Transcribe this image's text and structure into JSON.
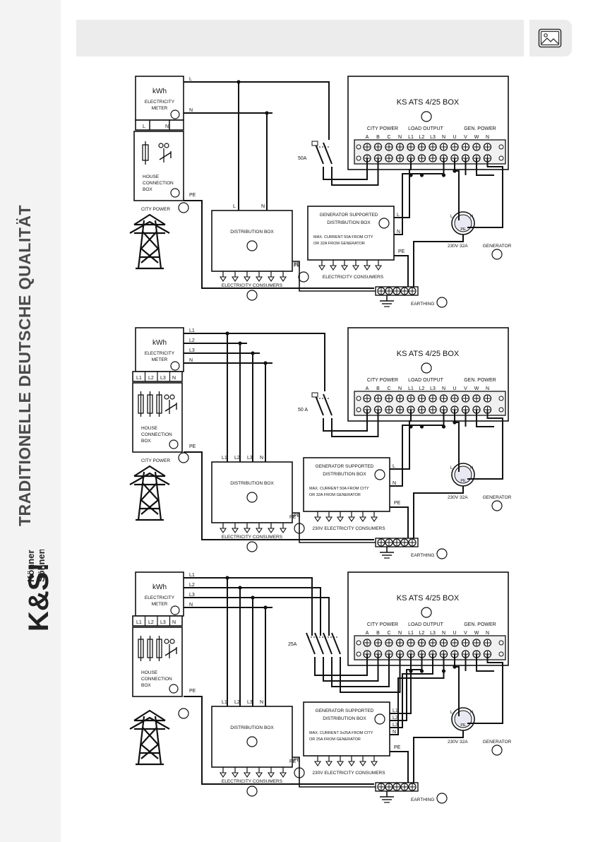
{
  "sidebar": {
    "vertical_text": "TRADITIONELLE DEUTSCHE QUALITÄT",
    "logo_text": "K&S! Könner & Söhnen"
  },
  "toolbar": {
    "image_icon": "image-icon"
  },
  "common": {
    "kwh": "kWh",
    "meter": [
      "ELECTRICITY",
      "METER"
    ],
    "house_box": [
      "HOUSE",
      "CONNECTION",
      "BOX"
    ],
    "ats_title": "KS ATS 4/25 BOX",
    "city_power_group": "CITY POWER",
    "load_output_group": "LOAD OUTPUT",
    "gen_power_group": "GEN. POWER",
    "terminals": [
      "A",
      "B",
      "C",
      "N",
      "L1",
      "L2",
      "L3",
      "N",
      "U",
      "V",
      "W",
      "N"
    ],
    "distribution_box": "DISTRIBUTION BOX",
    "gen_dist_box": [
      "GENERATOR SUPPORTED",
      "DISTRIBUTION BOX"
    ],
    "electricity_consumers": "ELECTRICITY CONSUMERS",
    "earthing": "EARTHING",
    "socket": "230V 32A",
    "generator": "GENERATOR",
    "city_power": "CITY POWER",
    "pe": "PE"
  },
  "diagrams": [
    {
      "meter_lines": [
        "L",
        "N"
      ],
      "meter_bottom": [
        "L",
        "N"
      ],
      "breaker": "50A",
      "dist_inputs": [
        "L",
        "N"
      ],
      "gen_inputs": [
        "L",
        "N"
      ],
      "gen_note": [
        "MAX. CURRENT 50A FROM CITY",
        "OR 32A FROM GENERATOR"
      ],
      "gen_consumers": "ELECTRICITY CONSUMERS"
    },
    {
      "meter_lines": [
        "L1",
        "L2",
        "L3",
        "N"
      ],
      "meter_bottom": [
        "L1",
        "L2",
        "L3",
        "N"
      ],
      "breaker": "50 A",
      "dist_inputs": [
        "L1",
        "L2",
        "L3",
        "N"
      ],
      "gen_inputs": [
        "L",
        "N"
      ],
      "gen_note": [
        "MAX. CURRENT 50A FROM CITY",
        "OR 32A FROM GENERATOR"
      ],
      "gen_consumers": "230V ELECTRICITY CONSUMERS"
    },
    {
      "meter_lines": [
        "L1",
        "L2",
        "L3",
        "N"
      ],
      "meter_bottom": [
        "L1",
        "L2",
        "L3",
        "N"
      ],
      "breaker": "25A",
      "dist_inputs": [
        "L1",
        "L2",
        "L3",
        "N"
      ],
      "gen_inputs": [
        "L1",
        "L2",
        "L3",
        "N"
      ],
      "gen_note": [
        "MAX. CURRENT 3x25A FROM CITY",
        "OR 25A FROM GENERATOR"
      ],
      "gen_consumers": "230V ELECTRICITY CONSUMERS"
    }
  ]
}
